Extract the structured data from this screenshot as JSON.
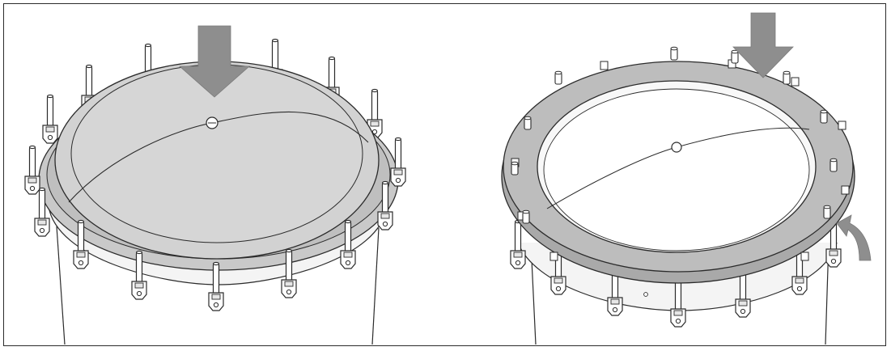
{
  "figure": {
    "panels": [
      {
        "id": "left",
        "content": "domed-lid-on-clamped-rim"
      },
      {
        "id": "right",
        "content": "slotted-flange-ring-on-rim"
      }
    ],
    "icons": [
      "down-arrow-icon",
      "down-arrow-icon",
      "rotate-arrow-icon"
    ],
    "colors": {
      "outline": "#2b2b2b",
      "lid_fill": "#d2d2d2",
      "ring_fill": "#bdbdbd",
      "arrow_fill": "#8e8e8e",
      "background": "#ffffff"
    }
  }
}
